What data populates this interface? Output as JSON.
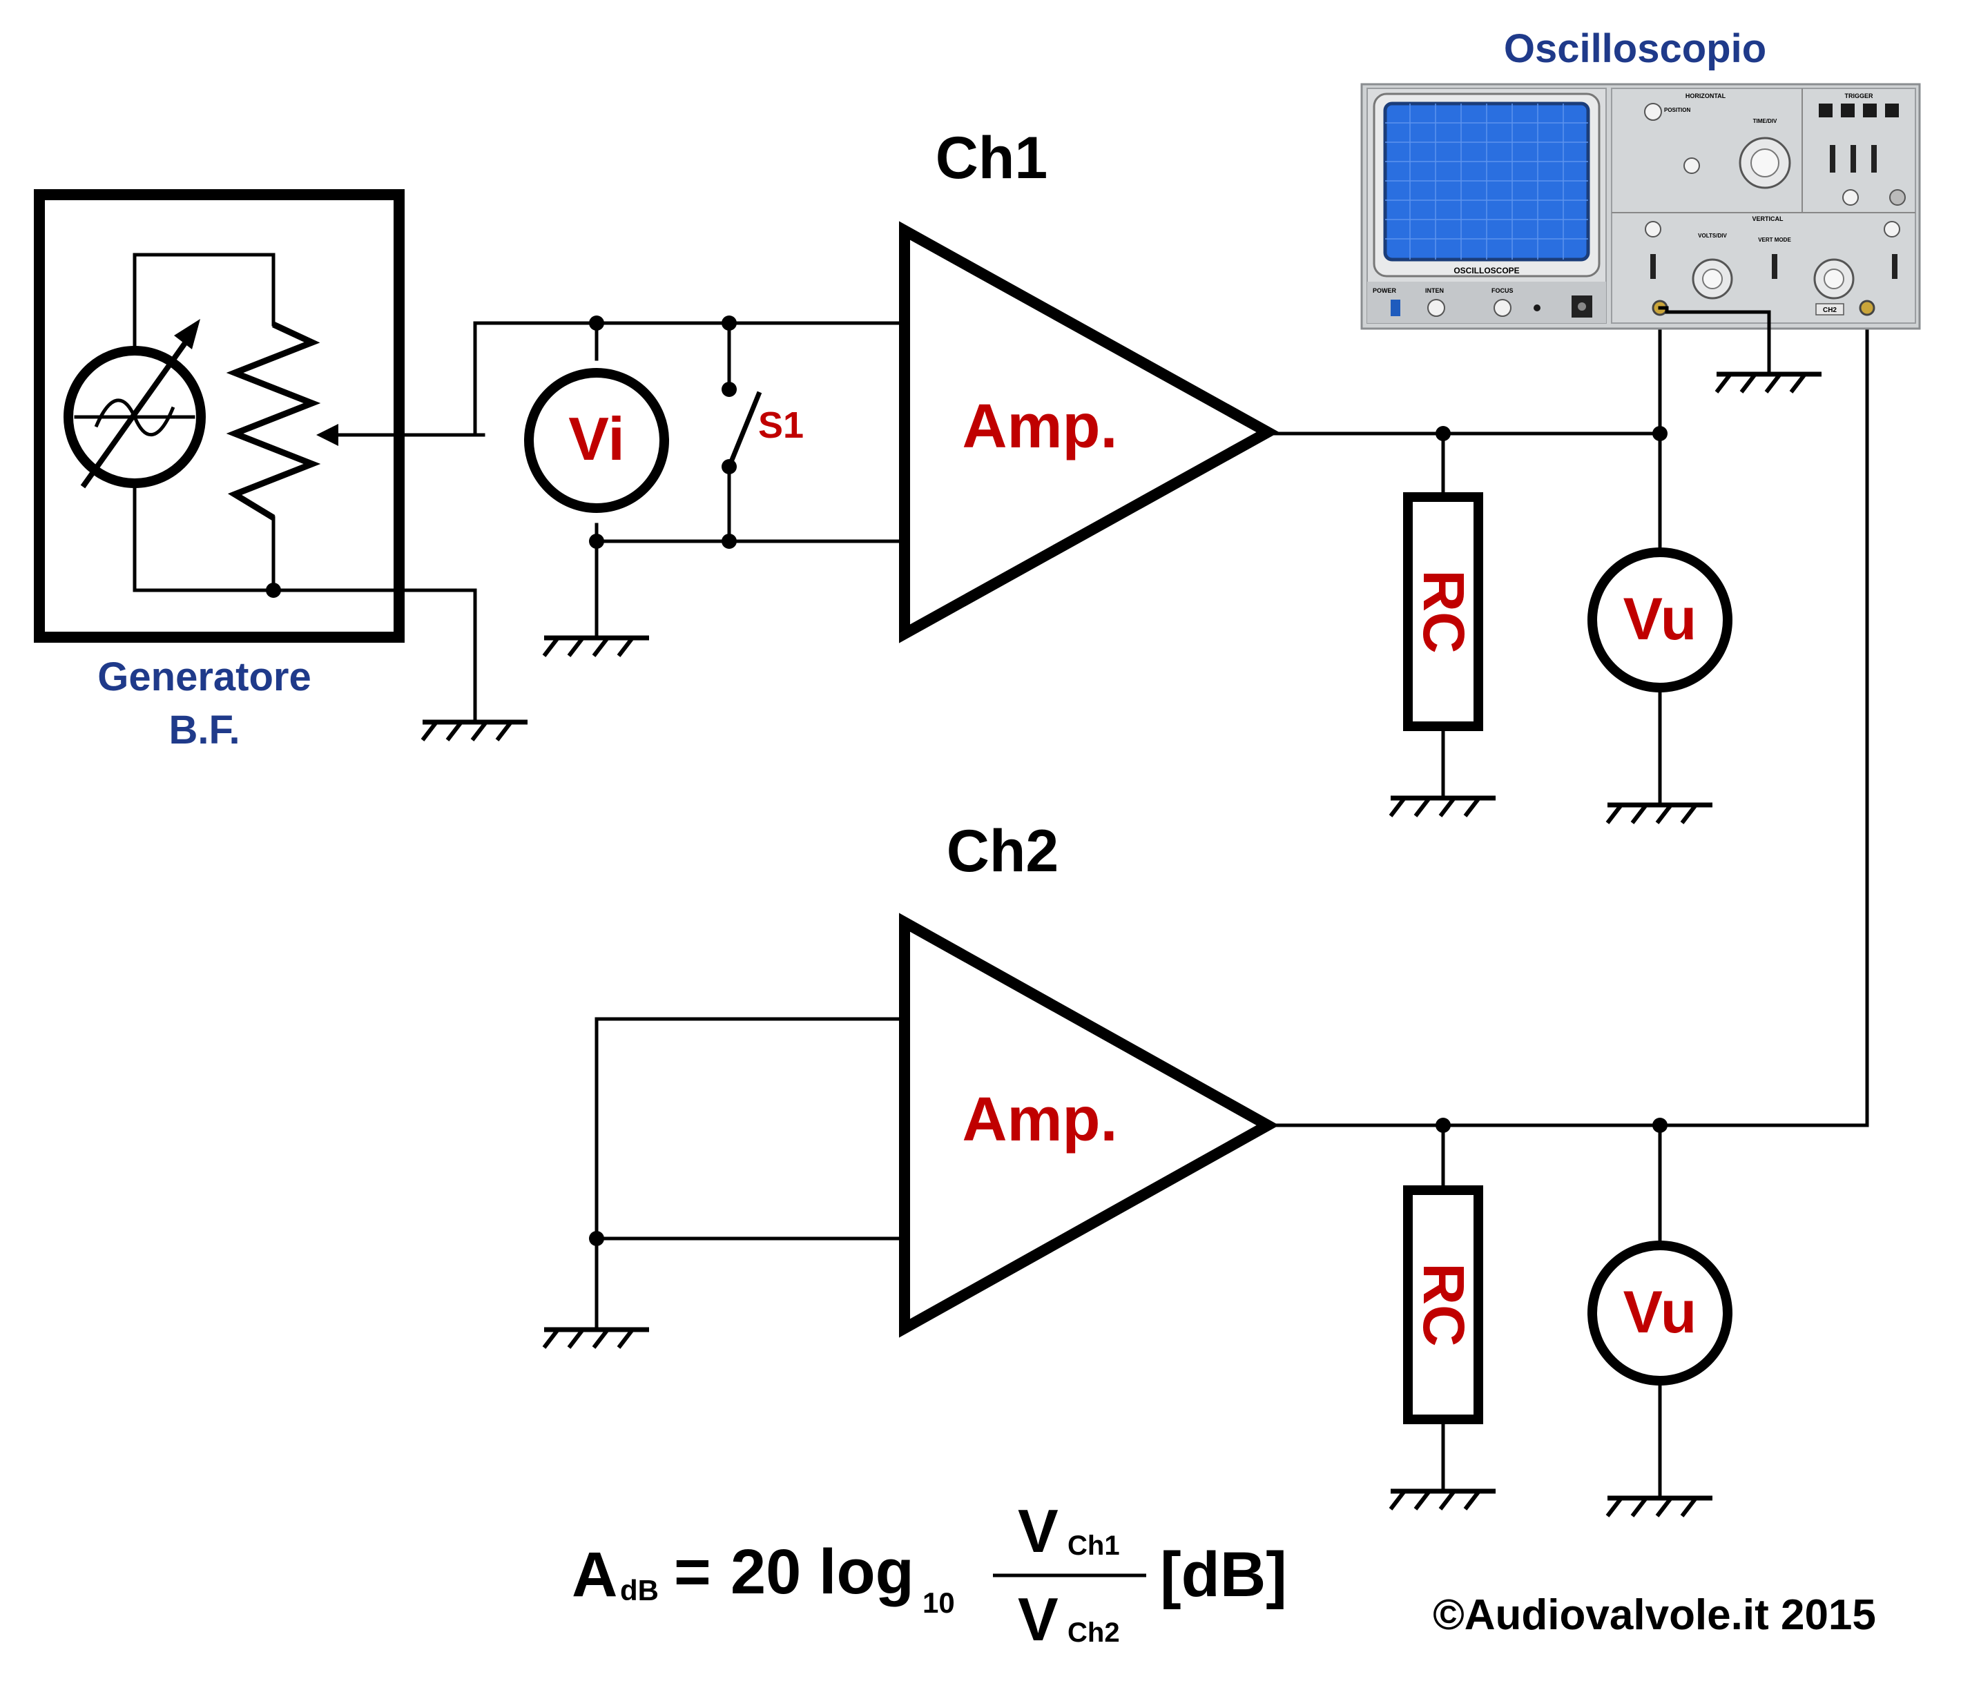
{
  "labels": {
    "generator_line1": "Generatore",
    "generator_line2": "B.F.",
    "oscilloscope_title": "Oscilloscopio",
    "ch1": "Ch1",
    "ch2": "Ch2",
    "amp_top": "Amp.",
    "amp_bottom": "Amp.",
    "vi": "Vi",
    "switch": "S1",
    "rc_top": "RC",
    "rc_bottom": "RC",
    "vu_top": "Vu",
    "vu_bottom": "Vu",
    "copyright": "©Audiovalvole.it 2015"
  },
  "formula": {
    "a": "A",
    "a_sub": "dB",
    "equals": "=",
    "coef": "20 log",
    "log_sub": "10",
    "num_v": "V",
    "num_sub": "Ch1",
    "den_v": "V",
    "den_sub": "Ch2",
    "unit": "[dB]"
  },
  "oscilloscope_panel": {
    "screen_brand": "OSCILLOSCOPE",
    "horizontal": "HORIZONTAL",
    "vertical": "VERTICAL",
    "trigger": "TRIGGER",
    "time_div": "TIME/DIV",
    "volts_div": "VOLTS/DIV",
    "vert_mode": "VERT MODE",
    "position": "POSITION",
    "power": "POWER",
    "inten": "INTEN",
    "focus": "FOCUS",
    "ch2_badge": "CH2"
  },
  "colors": {
    "label_red": "#c00000",
    "label_blue": "#1f3a8a",
    "wire": "#000000",
    "scope_screen": "#2a6fe0",
    "scope_body": "#cfd2d4"
  }
}
